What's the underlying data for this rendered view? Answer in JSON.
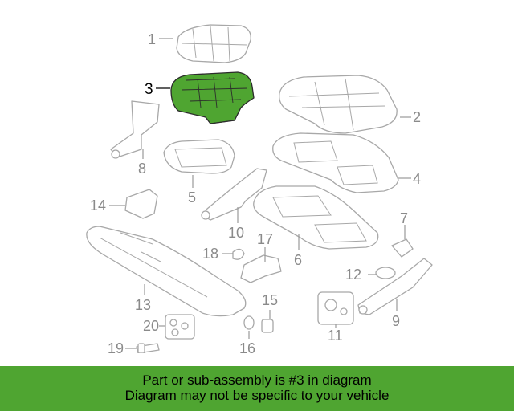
{
  "diagram": {
    "callouts": [
      {
        "id": "1",
        "text": "1"
      },
      {
        "id": "2",
        "text": "2"
      },
      {
        "id": "3",
        "text": "3"
      },
      {
        "id": "4",
        "text": "4"
      },
      {
        "id": "5",
        "text": "5"
      },
      {
        "id": "6",
        "text": "6"
      },
      {
        "id": "7",
        "text": "7"
      },
      {
        "id": "8",
        "text": "8"
      },
      {
        "id": "9",
        "text": "9"
      },
      {
        "id": "10",
        "text": "10"
      },
      {
        "id": "11",
        "text": "11"
      },
      {
        "id": "12",
        "text": "12"
      },
      {
        "id": "13",
        "text": "13"
      },
      {
        "id": "14",
        "text": "14"
      },
      {
        "id": "15",
        "text": "15"
      },
      {
        "id": "16",
        "text": "16"
      },
      {
        "id": "17",
        "text": "17"
      },
      {
        "id": "18",
        "text": "18"
      },
      {
        "id": "19",
        "text": "19"
      },
      {
        "id": "20",
        "text": "20"
      }
    ],
    "highlight_color": "#4fa531",
    "highlighted_part": "3"
  },
  "banner": {
    "line1": "Part or sub-assembly is #3 in diagram",
    "line2": "Diagram may not be specific to your vehicle",
    "background": "#4fa531"
  }
}
